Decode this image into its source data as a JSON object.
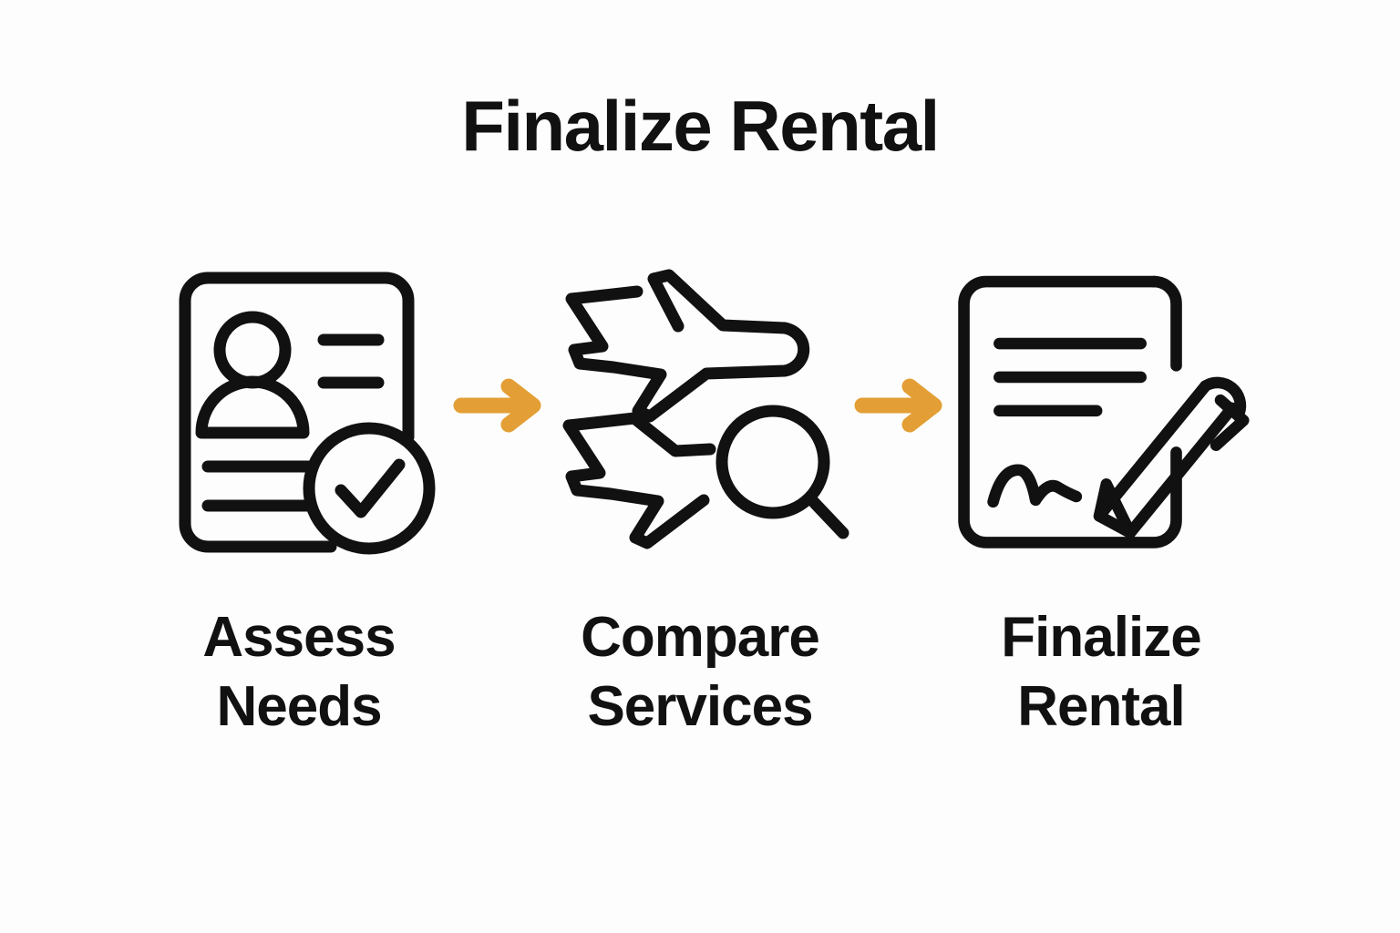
{
  "page": {
    "title": "Finalize Rental",
    "background_color": "#fdfdfd",
    "ink_color": "#111111",
    "accent_color": "#e39f35"
  },
  "steps": [
    {
      "label_line1": "Assess",
      "label_line2": "Needs",
      "icon": "profile-document-check-icon"
    },
    {
      "label_line1": "Compare",
      "label_line2": "Services",
      "icon": "airplanes-magnifier-icon"
    },
    {
      "label_line1": "Finalize",
      "label_line2": "Rental",
      "icon": "contract-signature-pen-icon"
    }
  ],
  "connectors": [
    {
      "icon": "arrow-right-icon",
      "color": "#e39f35"
    },
    {
      "icon": "arrow-right-icon",
      "color": "#e39f35"
    }
  ],
  "chart_data": {
    "type": "diagram",
    "title": "Finalize Rental",
    "layout": "horizontal-process-flow",
    "nodes": [
      "Assess Needs",
      "Compare Services",
      "Finalize Rental"
    ],
    "edges": [
      {
        "from": "Assess Needs",
        "to": "Compare Services",
        "style": "arrow"
      },
      {
        "from": "Compare Services",
        "to": "Finalize Rental",
        "style": "arrow"
      }
    ]
  }
}
